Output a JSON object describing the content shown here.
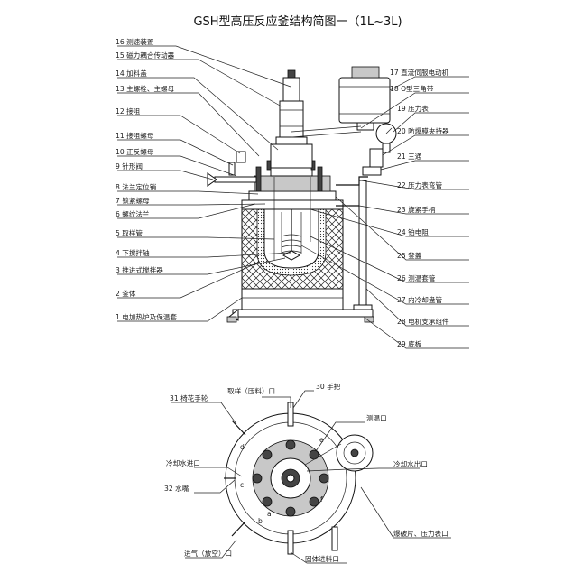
{
  "title": "GSH型高压反应釜结构简图一（1L~3L)",
  "side_labels": [
    "16 测速装置",
    "15 磁力耦合传动器",
    "14 加料盖",
    "13 主螺栓、主螺母",
    "12 接咀",
    "11 接咀螺母",
    "10 正反螺母",
    "9 针形阀",
    "8 法兰定位销",
    "7 锁紧螺母",
    "6 螺纹法兰",
    "5 取样管",
    "4 下搅拌轴",
    "3 推进式搅拌器",
    "2 釜体",
    "1 电加热炉及保温套",
    "17 直流伺服电动机",
    "18 O型三角带",
    "19 压力表",
    "20 防爆膜夹持器",
    "21 三通",
    "22 压力表弯管",
    "23 旋紧手柄",
    "24 铂电阻",
    "25 釜盖",
    "26 测温套管",
    "27 内冷却盘管",
    "28 电机支承组件",
    "29 底板"
  ],
  "top_labels": [
    "31 椅花手轮",
    "取样（压料）口",
    "30 手把",
    "测温口",
    "冷却水进口",
    "冷却水出口",
    "32 水嘴",
    "爆破片、压力表口",
    "进气（放空）口",
    "固体进料口"
  ],
  "port_letters": [
    "a",
    "b",
    "c",
    "d",
    "e",
    "f"
  ]
}
